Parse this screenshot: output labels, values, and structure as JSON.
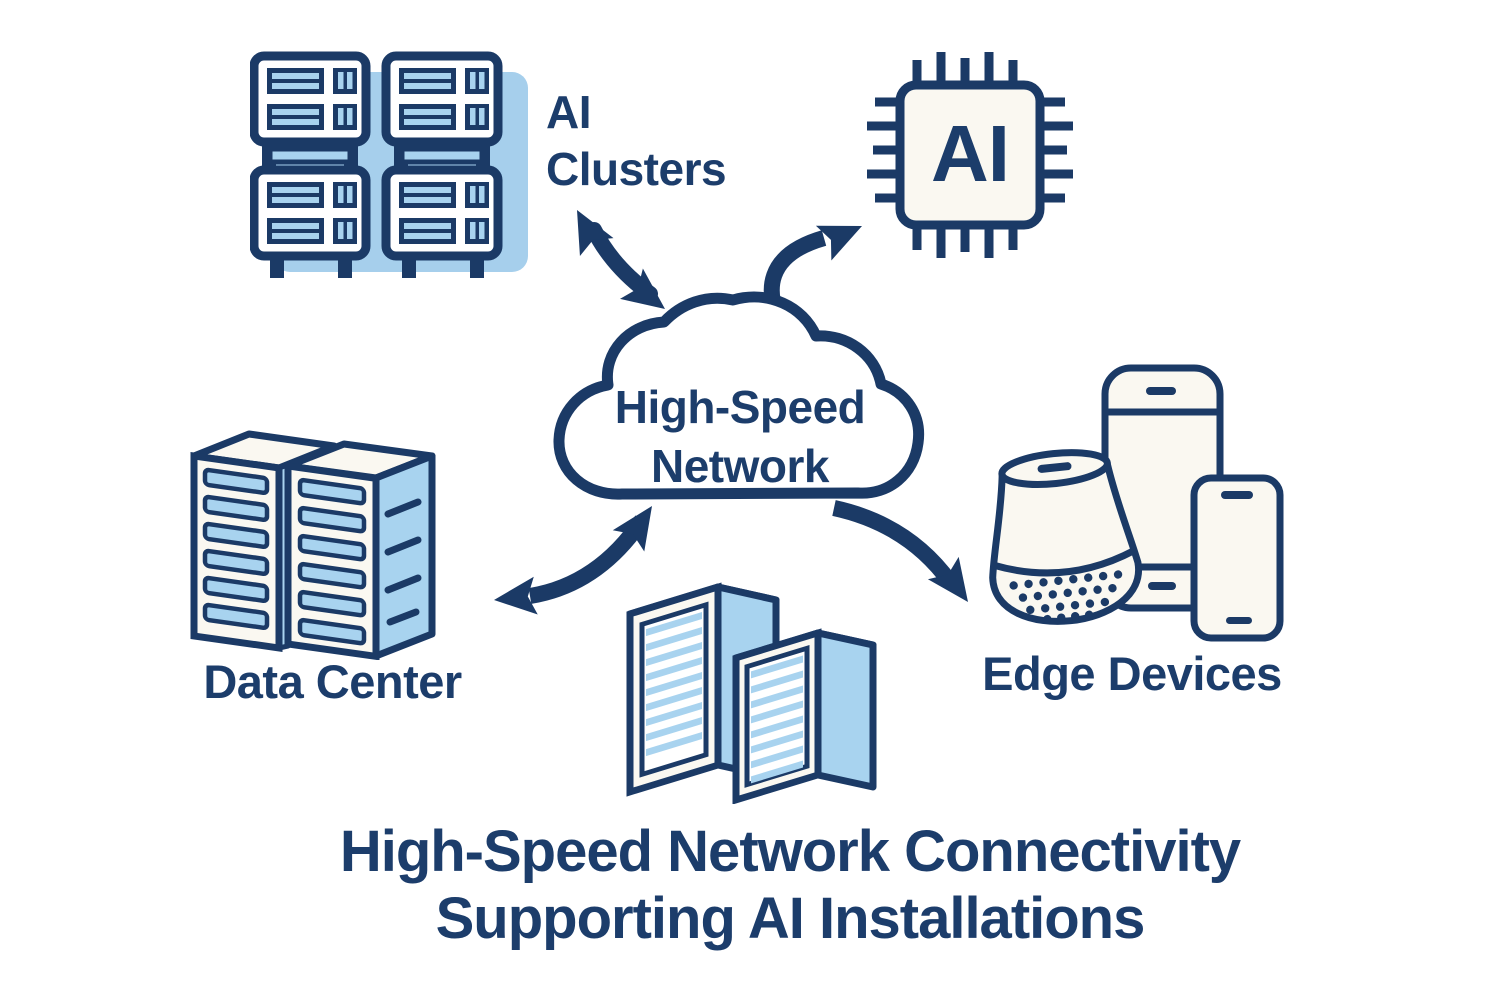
{
  "palette": {
    "navy": "#1b3a66",
    "text_navy": "#1c3d6b",
    "light_blue": "#a8d3ef",
    "shadow_blue": "#a6cfec",
    "cream": "#faf8f1",
    "white": "#ffffff",
    "background": "#ffffff"
  },
  "cloud": {
    "line1": "High-Speed",
    "line2": "Network"
  },
  "nodes": {
    "ai_clusters": {
      "line1": "AI",
      "line2": "Clusters"
    },
    "ai_chip": {
      "chip_text": "AI"
    },
    "data_center": {
      "label": "Data Center"
    },
    "edge_devices": {
      "label": "Edge Devices"
    }
  },
  "caption": {
    "line1": "High-Speed Network Connectivity",
    "line2": "Supporting AI Installations"
  },
  "connections": [
    {
      "from": "high_speed_network",
      "to": "ai_clusters",
      "bidirectional": true
    },
    {
      "from": "high_speed_network",
      "to": "ai_chip",
      "bidirectional": false
    },
    {
      "from": "high_speed_network",
      "to": "data_center",
      "bidirectional": true
    },
    {
      "from": "high_speed_network",
      "to": "edge_devices",
      "bidirectional": false
    }
  ],
  "icons": {
    "ai_clusters": "server-rack-cluster-icon",
    "ai_chip": "ai-chip-icon",
    "network": "cloud-icon",
    "data_center": "data-center-towers-icon",
    "servers": "server-towers-icon",
    "edge_devices": "edge-devices-icon"
  }
}
